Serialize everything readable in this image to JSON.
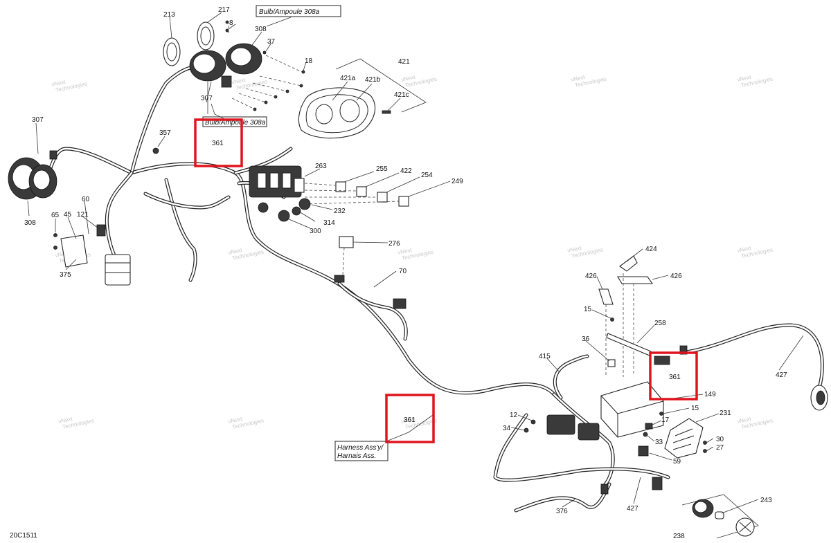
{
  "diagram_code": "20C1511",
  "watermark": [
    "vNext",
    "Technologies"
  ],
  "notes": {
    "bulb_top": "Bulb/Ampoule 308a",
    "bulb_mid": "Bulb/Ampoule 308a",
    "harness_en": "Harness Ass'y/",
    "harness_fr": "Harnais Ass."
  },
  "callouts": {
    "c213": "213",
    "c217": "217",
    "c8": "8",
    "c308_top": "308",
    "c37": "37",
    "c18": "18",
    "c307_top": "307",
    "c307_left": "307",
    "c308_left": "308",
    "c357": "357",
    "c361_a": "361",
    "c361_b": "361",
    "c361_c": "361",
    "c421": "421",
    "c421a": "421a",
    "c421b": "421b",
    "c421c": "421c",
    "c263": "263",
    "c255": "255",
    "c422": "422",
    "c254": "254",
    "c249": "249",
    "c232": "232",
    "c314": "314",
    "c300": "300",
    "c60": "60",
    "c65": "65",
    "c45": "45",
    "c121": "121",
    "c375": "375",
    "c276": "276",
    "c70": "70",
    "c424": "424",
    "c426_l": "426",
    "c426_r": "426",
    "c15_a": "15",
    "c258": "258",
    "c36": "36",
    "c415": "415",
    "c427_r": "427",
    "c149": "149",
    "c15_b": "15",
    "c231": "231",
    "c17": "17",
    "c12": "12",
    "c34": "34",
    "c33": "33",
    "c59": "59",
    "c30": "30",
    "c27": "27",
    "c376": "376",
    "c427_b": "427",
    "c243": "243",
    "c238": "238"
  }
}
